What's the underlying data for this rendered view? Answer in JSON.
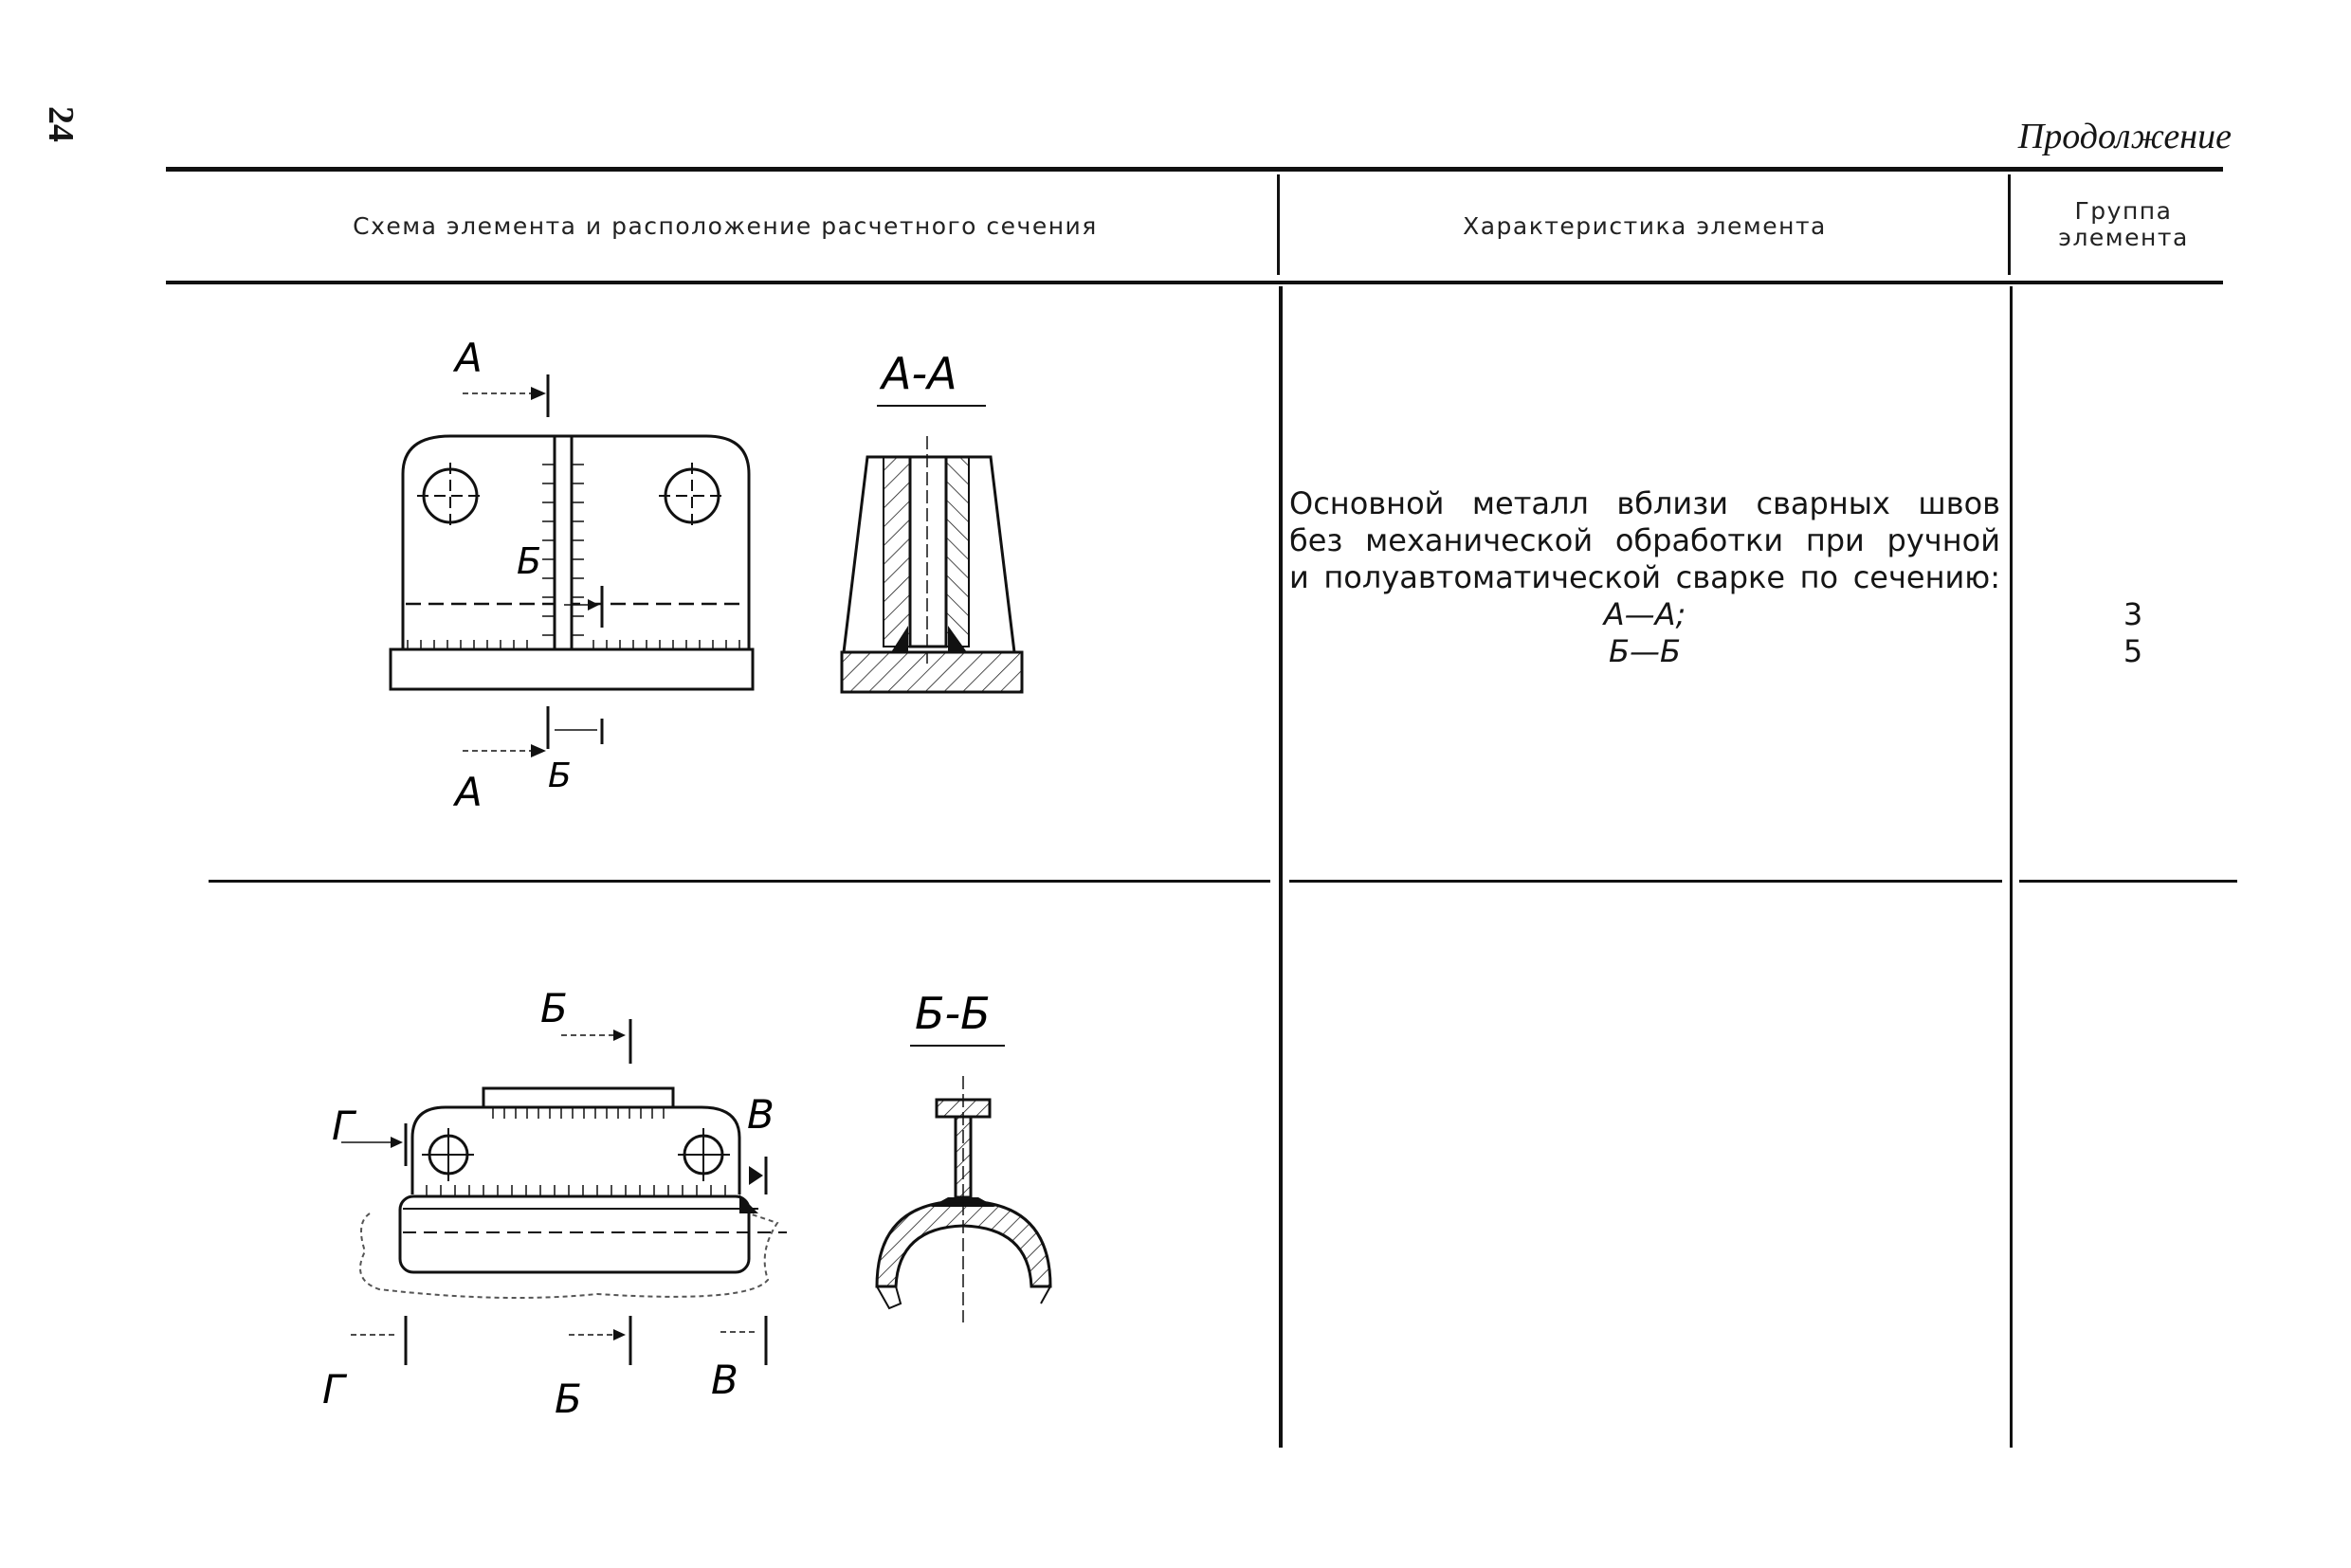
{
  "page": {
    "number": "24",
    "continuation": "Продолжение"
  },
  "table": {
    "headers": {
      "scheme": "Схема элемента и расположение расчетного сечения",
      "characteristic": "Характеристика элемента",
      "group_line1": "Группа",
      "group_line2": "элемента"
    },
    "rows": [
      {
        "characteristic_lines": [
          "Основной металл вблизи сварных швов",
          "без механической обработки при ручной",
          "и полуавтоматической сварке по сечению:"
        ],
        "sections": [
          "А—А;",
          "Б—Б"
        ],
        "groups": [
          "3",
          "5"
        ],
        "drawing_labels": {
          "section_title": "А-А",
          "cut_a_top": "А",
          "cut_a_bottom": "А",
          "cut_b_mid": "Б",
          "cut_b_bottom": "Б"
        }
      },
      {
        "characteristic_lines": [],
        "sections": [],
        "groups": [],
        "drawing_labels": {
          "section_title": "Б-Б",
          "cut_b_top": "Б",
          "cut_g_left": "Г",
          "cut_v_right": "В",
          "cut_g_bottom": "Г",
          "cut_b_bottom": "Б",
          "cut_v_bottom": "В"
        }
      }
    ]
  }
}
